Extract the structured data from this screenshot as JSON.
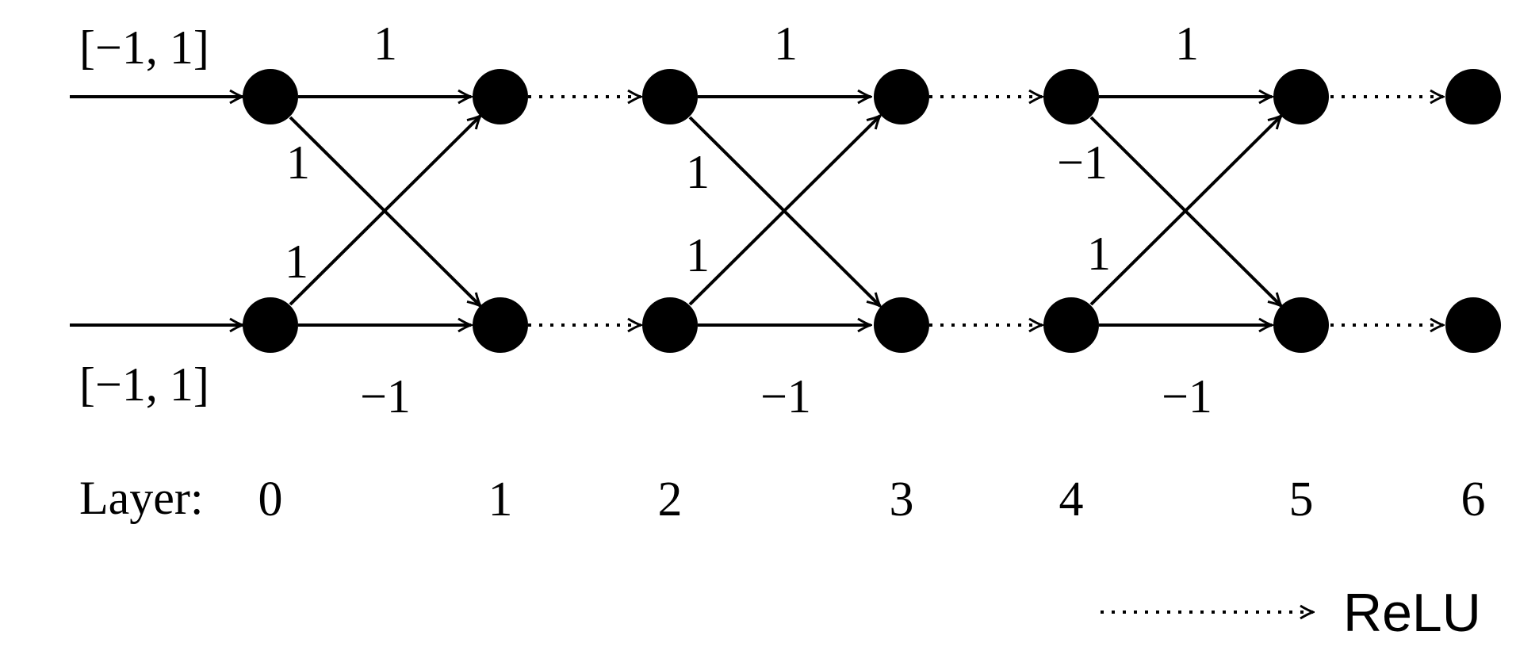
{
  "input_ranges": {
    "top": "[−1, 1]",
    "bottom": "[−1, 1]"
  },
  "weights": {
    "block1": {
      "top": "1",
      "bottom": "−1",
      "cross_down": "1",
      "cross_up": "1"
    },
    "block2": {
      "top": "1",
      "bottom": "−1",
      "cross_down": "1",
      "cross_up": "1"
    },
    "block3": {
      "top": "1",
      "bottom": "−1",
      "cross_down": "−1",
      "cross_up": "1"
    }
  },
  "layers": {
    "label": "Layer:",
    "numbers": [
      "0",
      "1",
      "2",
      "3",
      "4",
      "5",
      "6"
    ]
  },
  "legend": {
    "relu_label": "ReLU"
  },
  "colors": {
    "ink": "#000000",
    "background": "#ffffff"
  }
}
